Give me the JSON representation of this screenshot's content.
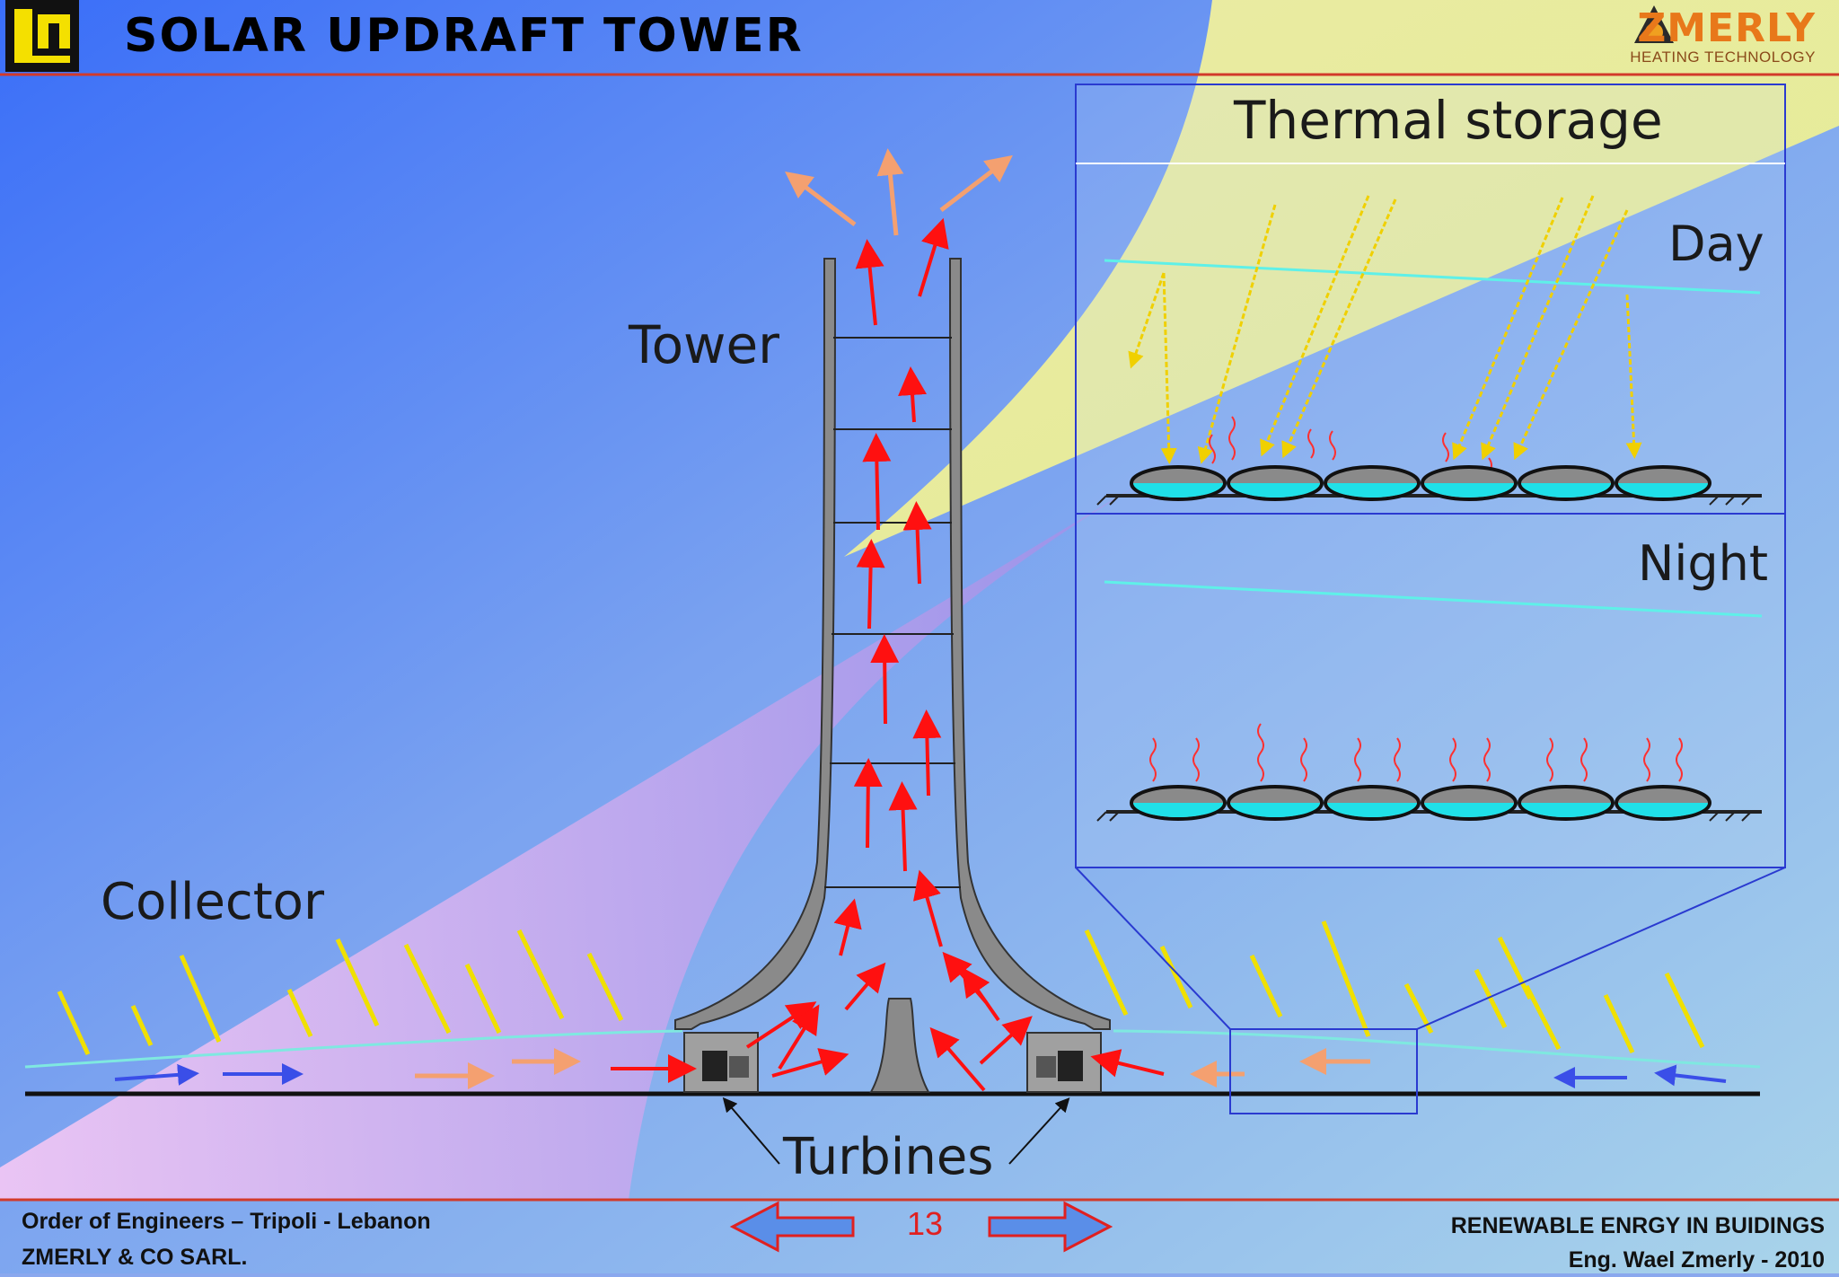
{
  "slide": {
    "title": "SOLAR UPDRAFT TOWER",
    "page_number": "13"
  },
  "brand": {
    "name": "ZMERLY",
    "subtitle": "HEATING TECHNOLOGY"
  },
  "diagram": {
    "labels": {
      "tower": "Tower",
      "collector": "Collector",
      "turbines": "Turbines",
      "thermal_storage": "Thermal storage",
      "day": "Day",
      "night": "Night"
    }
  },
  "footer": {
    "left_line1": "Order of Engineers – Tripoli - Lebanon",
    "left_line2": "ZMERLY & CO SARL.",
    "right_line1": "RENEWABLE ENRGY IN BUIDINGS",
    "right_line2": "Eng. Wael Zmerly - 2010"
  },
  "colors": {
    "accent_red": "#e02020",
    "header_rule": "#d23a2a",
    "brand_orange": "#e8781a",
    "water": "#20e0e8",
    "nav_arrow": "#5a8ee8"
  }
}
